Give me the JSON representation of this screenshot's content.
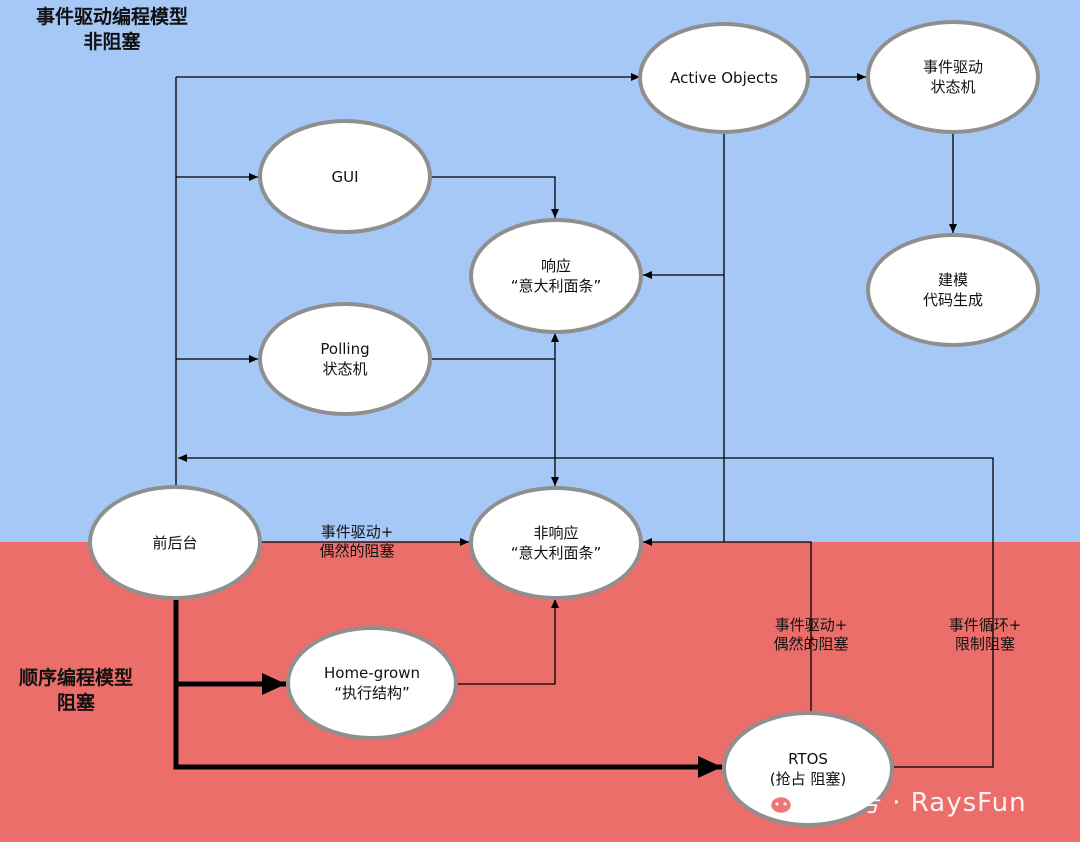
{
  "regions": {
    "event_driven": {
      "title_line1": "事件驱动编程模型",
      "title_line2": "非阻塞",
      "color": "#a6c8f7"
    },
    "sequential": {
      "title_line1": "顺序编程模型",
      "title_line2": "阻塞",
      "color": "#ec6e6a"
    }
  },
  "nodes": {
    "active_objects": {
      "line1": "Active Objects"
    },
    "event_state_machine": {
      "line1": "事件驱动",
      "line2": "状态机"
    },
    "gui": {
      "line1": "GUI"
    },
    "responsive_spaghetti": {
      "line1": "响应",
      "line2": "“意大利面条”"
    },
    "modeling_codegen": {
      "line1": "建模",
      "line2": "代码生成"
    },
    "polling_state_machine": {
      "line1": "Polling",
      "line2": "状态机"
    },
    "foreground_background": {
      "line1": "前后台"
    },
    "nonresponsive_spaghetti": {
      "line1": "非响应",
      "line2": "“意大利面条”"
    },
    "home_grown": {
      "line1": "Home-grown",
      "line2": "“执行结构”"
    },
    "rtos": {
      "line1": "RTOS",
      "line2": "(抢占 阻塞)"
    }
  },
  "edge_labels": {
    "fg_to_nonresponsive": {
      "line1": "事件驱动+",
      "line2": "偶然的阻塞"
    },
    "rtos_to_nonresponsive": {
      "line1": "事件驱动+",
      "line2": "偶然的阻塞"
    },
    "rtos_event_loop": {
      "line1": "事件循环+",
      "line2": "限制阻塞"
    }
  },
  "watermark": {
    "text": "公众号 · RaysFun",
    "icon": "wechat-icon"
  }
}
